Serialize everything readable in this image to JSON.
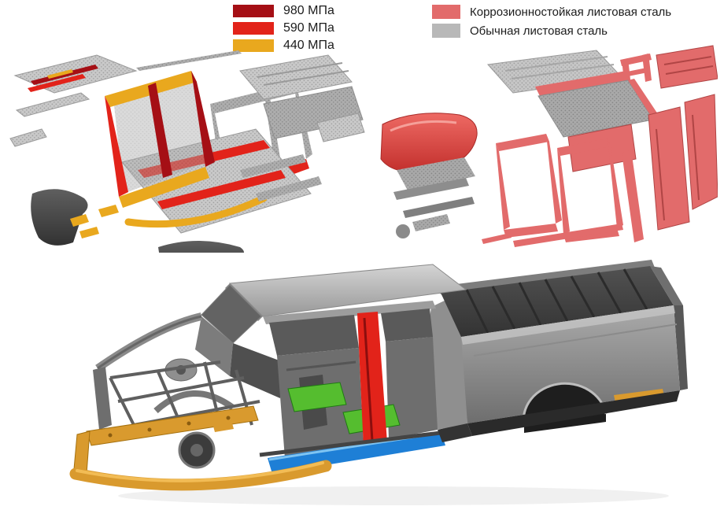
{
  "palette": {
    "mpa980": "#a50f15",
    "mpa590": "#e2231a",
    "mpa440": "#e9a81e",
    "corrosion": "#e26b6b",
    "plain": "#b8b8b8",
    "floor_green": "#55bd2f",
    "sill_blue": "#1e7fd6",
    "frame_tan": "#d99a2e"
  },
  "legend_strength": {
    "items": [
      {
        "label": "980 МПа",
        "color": "#a50f15"
      },
      {
        "label": "590 МПа",
        "color": "#e2231a"
      },
      {
        "label": "440 МПа",
        "color": "#e9a81e"
      }
    ]
  },
  "legend_material": {
    "items": [
      {
        "label": "Коррозионностойкая листовая сталь",
        "color": "#e26b6b"
      },
      {
        "label": "Обычная листовая сталь",
        "color": "#b8b8b8"
      }
    ]
  },
  "figures": {
    "exploded_strength": "Exploded body view: high-strength steel parts",
    "exploded_corrosion": "Exploded body view: corrosion-resistant sheet steel parts",
    "assembled_body": "Assembled pickup body shell"
  }
}
